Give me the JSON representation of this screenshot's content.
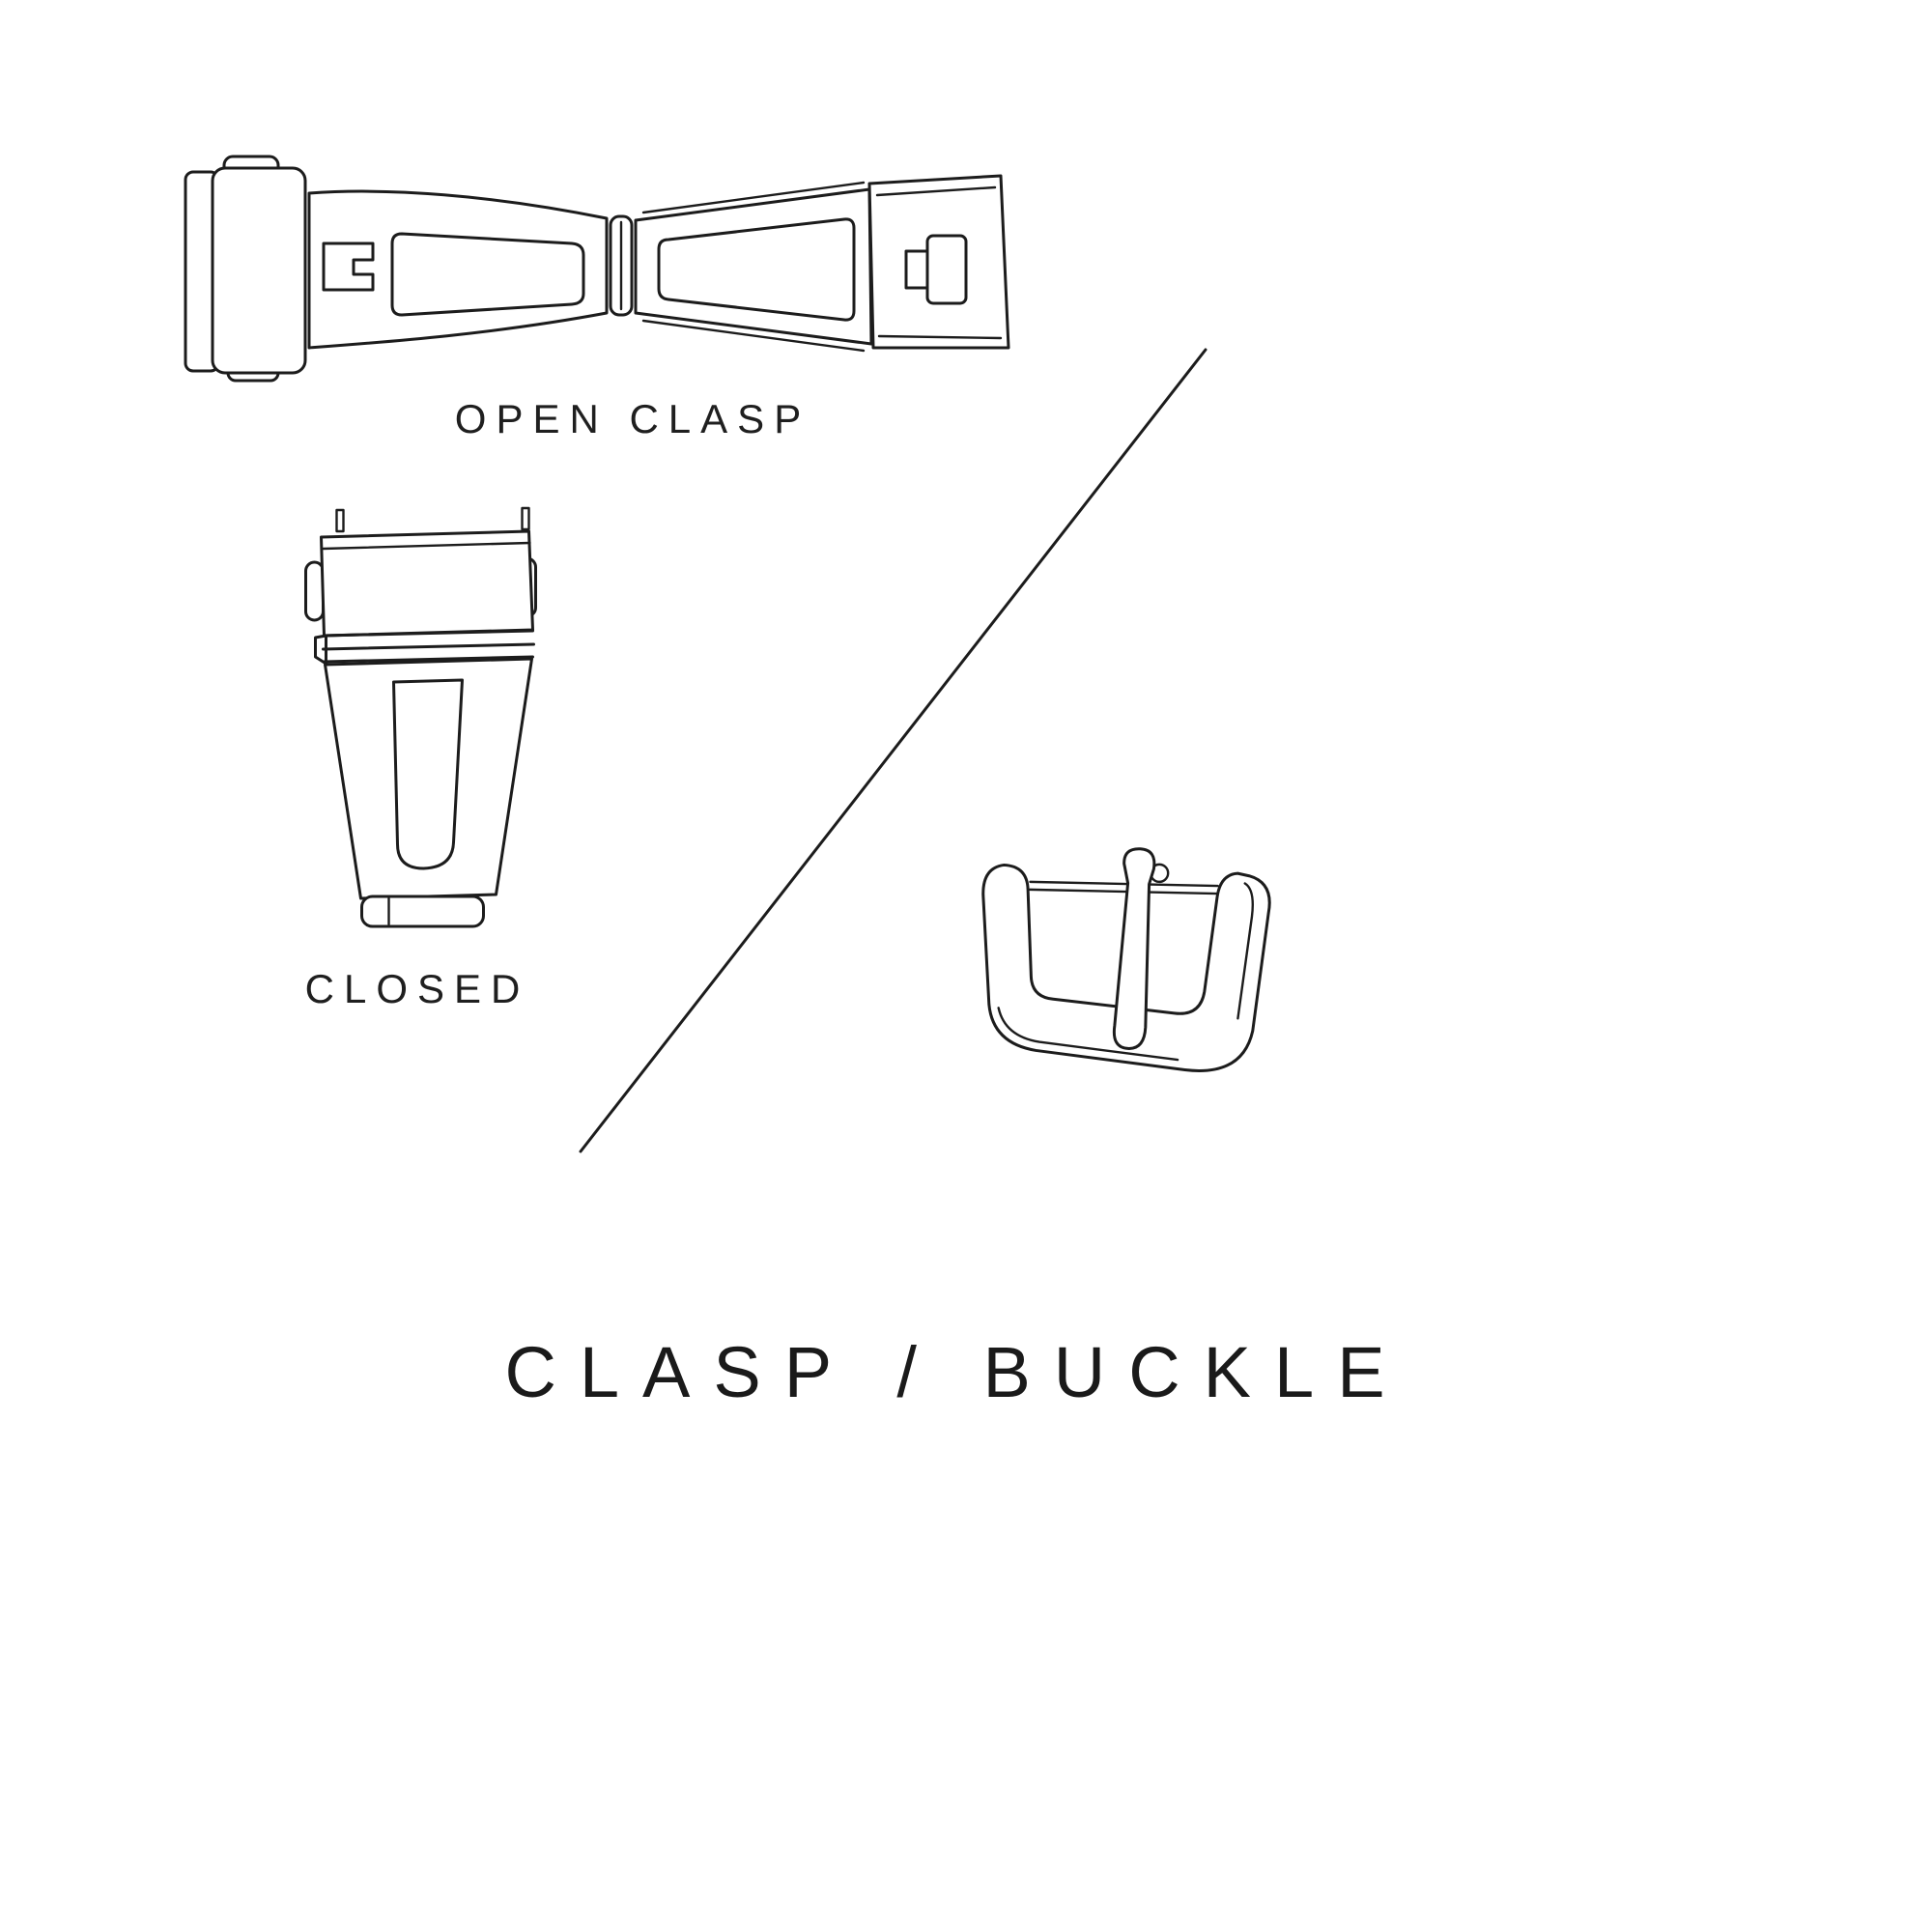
{
  "page": {
    "background_color": "#ffffff",
    "line_color": "#1c1c1c",
    "text_color": "#1f1f1f"
  },
  "labels": {
    "open_clasp": "OPEN CLASP",
    "closed": "CLOSED",
    "title": "CLASP / BUCKLE"
  },
  "illustrations": [
    {
      "name": "open-clasp-illustration",
      "description": "deployant watch clasp shown open, top view"
    },
    {
      "name": "closed-clasp-illustration",
      "description": "deployant watch clasp shown closed, top view"
    },
    {
      "name": "buckle-illustration",
      "description": "tang buckle with pin"
    }
  ],
  "divider": {
    "name": "diagonal-divider-line"
  }
}
